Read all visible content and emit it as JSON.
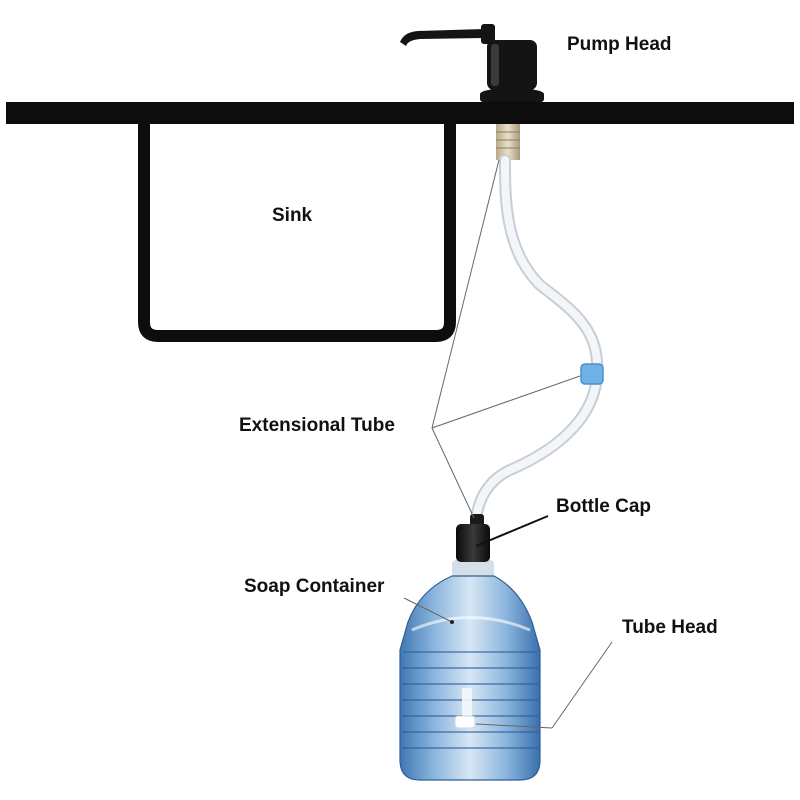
{
  "labels": {
    "pump_head": "Pump Head",
    "sink": "Sink",
    "extensional_tube": "Extensional Tube",
    "bottle_cap": "Bottle Cap",
    "soap_container": "Soap Container",
    "tube_head": "Tube Head"
  },
  "colors": {
    "counter": "#0d0d0d",
    "pump": "#141414",
    "tube": "#e8edf1",
    "connector": "#6fb2ea",
    "bottle_water": "#5f95c8",
    "bottle_light": "#bcd6ec",
    "cap": "#1a1a1a",
    "leader_line": "#666666"
  },
  "icons": {
    "pump": "soap-pump-icon",
    "bottle": "water-bottle-icon",
    "connector": "tube-connector-icon"
  }
}
